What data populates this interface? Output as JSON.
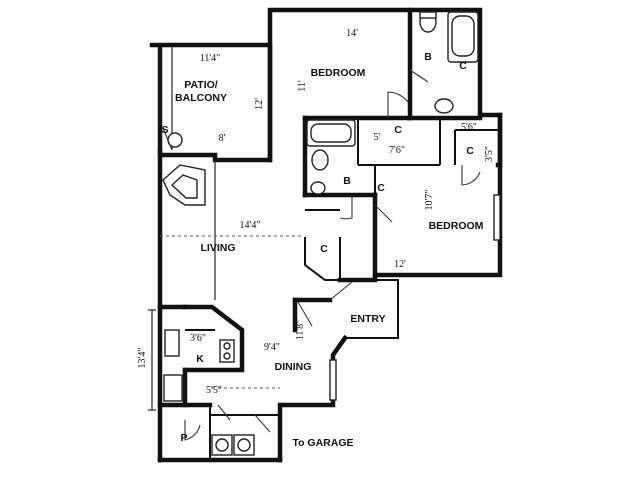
{
  "rooms": {
    "patio": [
      "PATIO/",
      "BALCONY"
    ],
    "bedroom_top": "BEDROOM",
    "bath_top": "B",
    "closet_top_tub": "C",
    "closet_walk": "C",
    "closet_right": "C",
    "bath_mid": "B",
    "closet_mid": "C",
    "closet_hall": "C",
    "bedroom_right": "BEDROOM",
    "living": "LIVING",
    "entry": "ENTRY",
    "kitchen": "K",
    "dining": "DINING",
    "pantry": "P",
    "storage": "S",
    "garage": "To GARAGE"
  },
  "dimensions": {
    "patio_width": "11'4\"",
    "patio_depth": "12'",
    "patio_bottom": "8'",
    "bedroom_top_width": "14'",
    "bedroom_top_depth": "11'",
    "closet_walk_depth": "5'",
    "closet_walk_width": "7'6\"",
    "closet_right_width": "5'6\"",
    "closet_right_depth": "3'5\"",
    "bedroom_right_depth": "10'7\"",
    "bedroom_right_width": "12'",
    "living_width": "14'4\"",
    "kitchen_top": "3'6\"",
    "dining_width": "9'4\"",
    "dining_depth": "11'8\"",
    "kitchen_bottom": "5'5\"",
    "overall_left": "13'4\""
  }
}
